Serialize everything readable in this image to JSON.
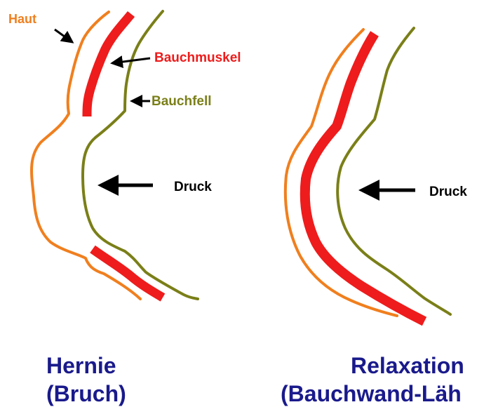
{
  "colors": {
    "skin": "#f07f1e",
    "muscle": "#ee1c1c",
    "peritoneum": "#7a7f18",
    "arrow": "#000000",
    "caption": "#1a1a8c"
  },
  "left_panel": {
    "label_skin": "Haut",
    "label_muscle": "Bauchmuskel",
    "label_peritoneum": "Bauchfell",
    "label_pressure": "Druck",
    "caption_line1": "Hernie",
    "caption_line2": "(Bruch)"
  },
  "right_panel": {
    "label_pressure": "Druck",
    "caption_line1": "Relaxation",
    "caption_line2": "(Bauchwand-Läh"
  }
}
